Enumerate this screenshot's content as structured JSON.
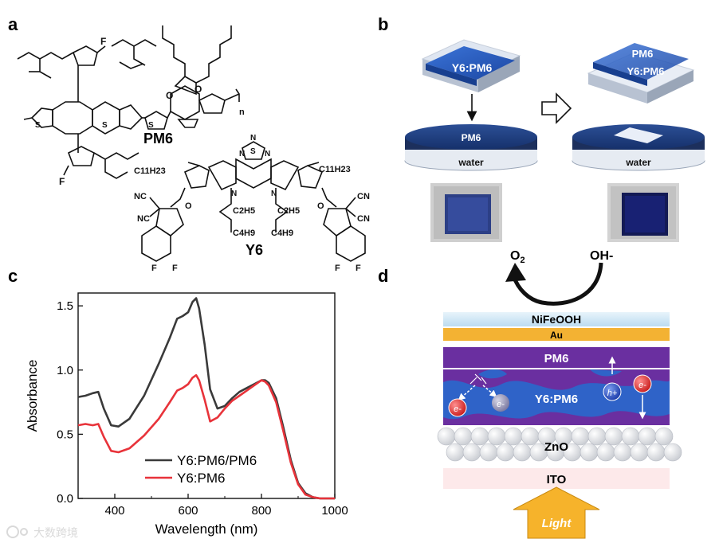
{
  "panels": {
    "a": {
      "letter": "a",
      "molecule_1": "PM6",
      "molecule_2": "Y6",
      "substituents": {
        "c11h23_left": "C11H23",
        "c11h23_right": "C11H23",
        "c2h5_left": "C2H5",
        "c2h5_right": "C2H5",
        "c4h9_left": "C4H9",
        "c4h9_right": "C4H9",
        "cn": "CN",
        "nc": "NC",
        "n": "n",
        "o": "O",
        "f": "F",
        "s": "S",
        "n_atom": "N"
      }
    },
    "b": {
      "letter": "b",
      "left_film_label": "Y6:PM6",
      "left_dish_label": "PM6",
      "left_water_label": "water",
      "right_film_top_label": "PM6",
      "right_film_bottom_label": "Y6:PM6",
      "right_water_label": "water"
    },
    "c": {
      "letter": "c"
    },
    "d": {
      "letter": "d",
      "o2_label": "O2",
      "oh_label": "OH-",
      "nifeooh_label": "NiFeOOH",
      "au_label": "Au",
      "pm6_label": "PM6",
      "blend_label": "Y6:PM6",
      "zno_label": "ZnO",
      "ito_label": "ITO",
      "light_label": "Light",
      "electron_label": "e-",
      "hole_label": "h+"
    }
  },
  "watermark": "大数跨境",
  "colors": {
    "dark_series": "#3a3a3a",
    "red_series": "#e8333a",
    "film_blue": "#2456b8",
    "dish_navy": "#1f3d7a",
    "au_gold": "#f3b233",
    "pm6_purple": "#6a2fa0",
    "nifeooh_blue": "#cfe6f5",
    "light_orange": "#f6b32b"
  },
  "chart_data": {
    "type": "line",
    "xlabel": "Wavelength (nm)",
    "ylabel": "Absorbance",
    "xlim": [
      300,
      1000
    ],
    "ylim": [
      0,
      1.6
    ],
    "xticks": [
      400,
      600,
      800,
      1000
    ],
    "yticks": [
      0.0,
      0.5,
      1.0,
      1.5
    ],
    "xtick_labels": [
      "400",
      "600",
      "800",
      "1000"
    ],
    "ytick_labels": [
      "0.0",
      "0.5",
      "1.0",
      "1.5"
    ],
    "grid": false,
    "legend_position": "bottom-left",
    "series": [
      {
        "name": "Y6:PM6/PM6",
        "color": "#3a3a3a",
        "x": [
          300,
          320,
          340,
          355,
          370,
          390,
          410,
          440,
          480,
          520,
          550,
          570,
          585,
          600,
          612,
          622,
          630,
          645,
          660,
          680,
          700,
          720,
          740,
          760,
          780,
          800,
          810,
          820,
          840,
          860,
          880,
          900,
          920,
          940,
          960,
          980,
          1000
        ],
        "y": [
          0.79,
          0.8,
          0.82,
          0.83,
          0.7,
          0.57,
          0.56,
          0.62,
          0.8,
          1.05,
          1.25,
          1.4,
          1.42,
          1.45,
          1.53,
          1.56,
          1.48,
          1.2,
          0.85,
          0.7,
          0.72,
          0.78,
          0.83,
          0.86,
          0.89,
          0.92,
          0.92,
          0.9,
          0.78,
          0.55,
          0.3,
          0.12,
          0.04,
          0.01,
          0.0,
          0.0,
          0.0
        ],
        "values": [
          0.79,
          0.8,
          0.82,
          0.83,
          0.7,
          0.57,
          0.56,
          0.62,
          0.8,
          1.05,
          1.25,
          1.4,
          1.42,
          1.45,
          1.53,
          1.56,
          1.48,
          1.2,
          0.85,
          0.7,
          0.72,
          0.78,
          0.83,
          0.86,
          0.89,
          0.92,
          0.92,
          0.9,
          0.78,
          0.55,
          0.3,
          0.12,
          0.04,
          0.01,
          0.0,
          0.0,
          0.0
        ]
      },
      {
        "name": "Y6:PM6",
        "color": "#e8333a",
        "x": [
          300,
          320,
          340,
          355,
          370,
          390,
          410,
          440,
          480,
          520,
          550,
          570,
          585,
          600,
          612,
          622,
          630,
          645,
          660,
          680,
          700,
          720,
          740,
          760,
          780,
          800,
          810,
          820,
          840,
          860,
          880,
          900,
          920,
          940,
          960,
          980,
          1000
        ],
        "y": [
          0.57,
          0.58,
          0.57,
          0.58,
          0.48,
          0.37,
          0.36,
          0.39,
          0.49,
          0.62,
          0.75,
          0.84,
          0.86,
          0.89,
          0.94,
          0.96,
          0.92,
          0.77,
          0.6,
          0.63,
          0.7,
          0.76,
          0.8,
          0.84,
          0.88,
          0.92,
          0.91,
          0.88,
          0.75,
          0.52,
          0.28,
          0.11,
          0.03,
          0.01,
          0.0,
          0.0,
          0.0
        ],
        "values": [
          0.57,
          0.58,
          0.57,
          0.58,
          0.48,
          0.37,
          0.36,
          0.39,
          0.49,
          0.62,
          0.75,
          0.84,
          0.86,
          0.89,
          0.94,
          0.96,
          0.92,
          0.77,
          0.6,
          0.63,
          0.7,
          0.76,
          0.8,
          0.84,
          0.88,
          0.92,
          0.91,
          0.88,
          0.75,
          0.52,
          0.28,
          0.11,
          0.03,
          0.01,
          0.0,
          0.0,
          0.0
        ]
      }
    ]
  }
}
